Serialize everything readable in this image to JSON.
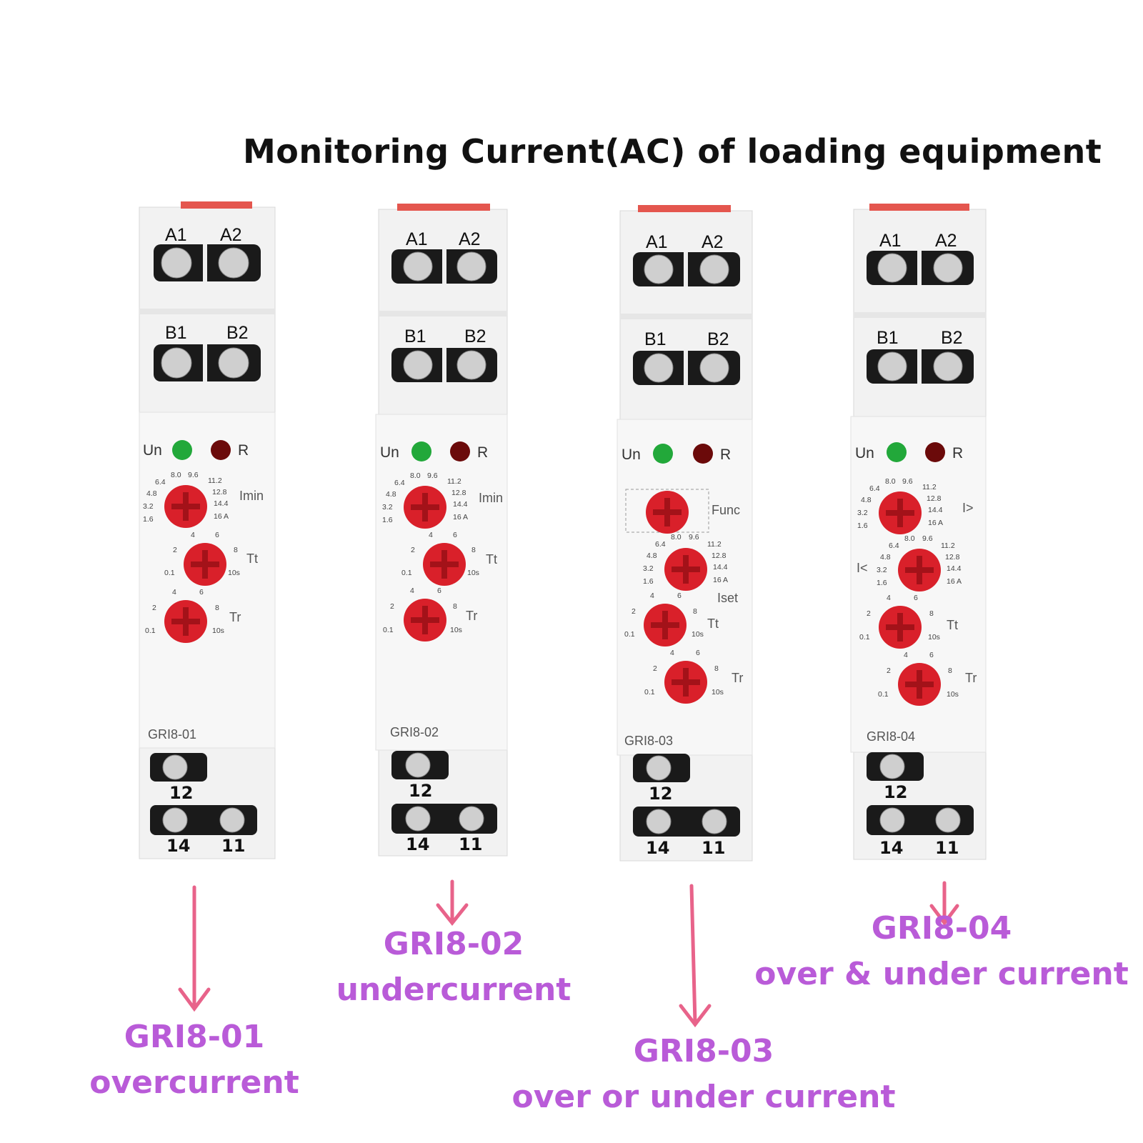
{
  "title": "Monitoring Current(AC) of loading  equipment",
  "terminals": {
    "a1": "A1",
    "a2": "A2",
    "b1": "B1",
    "b2": "B2",
    "t12": "12",
    "t14": "14",
    "t11": "11"
  },
  "leds": {
    "un": "Un",
    "r": "R"
  },
  "scales": {
    "current": [
      "1.6",
      "3.2",
      "4.8",
      "6.4",
      "8.0",
      "9.6",
      "11.2",
      "12.8",
      "14.4",
      "16 A"
    ],
    "time": [
      "0.1",
      "2",
      "4",
      "6",
      "8",
      "10s"
    ]
  },
  "relays": [
    {
      "model": "GRI8-01",
      "dials": [
        "Imin",
        "Tt",
        "Tr"
      ],
      "caption_model": "GRI8-01",
      "caption_desc": "overcurrent"
    },
    {
      "model": "GRI8-02",
      "dials": [
        "Imin",
        "Tt",
        "Tr"
      ],
      "caption_model": "GRI8-02",
      "caption_desc": "undercurrent"
    },
    {
      "model": "GRI8-03",
      "dials": [
        "Func",
        "Iset",
        "Tt",
        "Tr"
      ],
      "caption_model": "GRI8-03",
      "caption_desc": "over or under current"
    },
    {
      "model": "GRI8-04",
      "dials": [
        "I>",
        "I<",
        "Tt",
        "Tr"
      ],
      "caption_model": "GRI8-04",
      "caption_desc": "over & under current"
    }
  ],
  "colors": {
    "caption": "#b95bd8",
    "arrow": "#e8638a",
    "knob": "#d9202a",
    "led_green": "#22a83a",
    "led_red": "#6b0a0a"
  }
}
